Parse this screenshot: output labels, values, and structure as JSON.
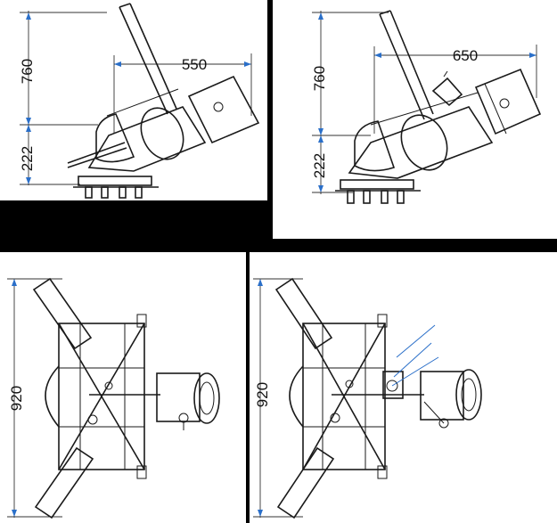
{
  "views": {
    "side_left": {
      "height_upper": "760",
      "height_lower": "222",
      "horizontal": "550"
    },
    "side_right": {
      "height_upper": "760",
      "height_lower": "222",
      "horizontal": "650"
    },
    "top_left": {
      "width": "920"
    },
    "top_right": {
      "width": "920"
    }
  },
  "colors": {
    "background": "#000000",
    "panel": "#ffffff",
    "line": "#1a1a1a",
    "arrow": "#2a6fc9"
  }
}
